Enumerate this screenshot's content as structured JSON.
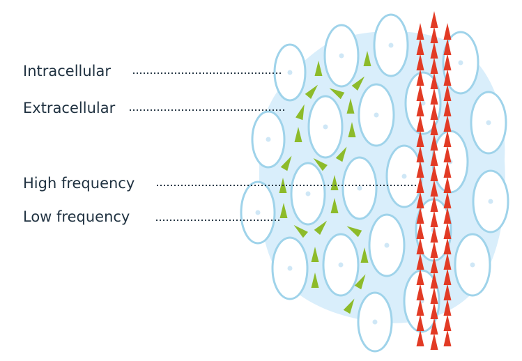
{
  "labels": {
    "intracellular": "Intracellular",
    "extracellular": "Extracellular",
    "high_frequency": "High frequency",
    "low_frequency": "Low frequency"
  },
  "colors": {
    "text": "#1f3140",
    "leader_line": "#2a3a48",
    "cell_stroke": "#9fd3ea",
    "cell_fill": "#ffffff",
    "tissue_background": "#d9eefb",
    "nucleus": "#cfe7f6",
    "high_frequency_marker": "#e23b25",
    "low_frequency_marker": "#8dbb2a"
  },
  "icons": {
    "high_frequency_marker": "red-triangle-icon",
    "low_frequency_marker": "green-triangle-icon"
  }
}
